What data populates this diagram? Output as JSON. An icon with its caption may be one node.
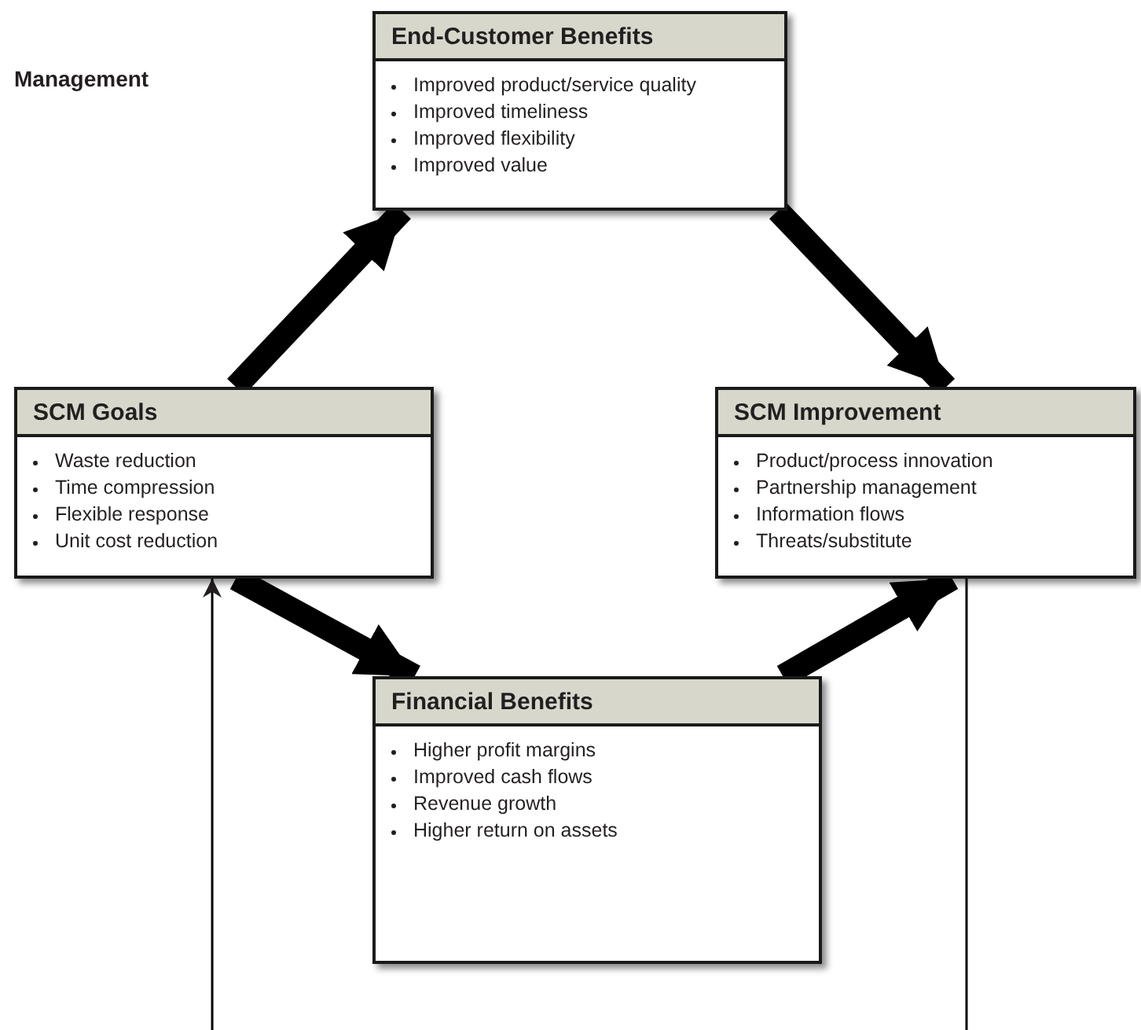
{
  "diagram": {
    "nodes": [
      {
        "text": [
          "End-Customer Benefits",
          "Improved product/service quality",
          "Improved timeliness",
          "Improved flexibility",
          "Improved value"
        ]
      },
      {
        "text": [
          "SCM Goals",
          "Waste reduction",
          "Time compression",
          "Flexible response",
          "Unit cost reduction"
        ]
      },
      {
        "text": [
          "SCM Improvement",
          "Product/process innovation",
          "Partnership management",
          "Information flows",
          "Threats/substitute"
        ]
      },
      {
        "text": [
          "Financial Benefits",
          "Higher profit margins",
          "Improved cash flows",
          "Revenue growth",
          "Higher return on assets"
        ]
      }
    ],
    "edges": [
      {
        "from": 1,
        "to": 0,
        "arrow": "to"
      },
      {
        "from": 0,
        "to": 2,
        "arrow": "to"
      },
      {
        "from": 1,
        "to": 3,
        "arrow": "to"
      },
      {
        "from": 3,
        "to": 2,
        "arrow": "to"
      },
      {
        "from": null,
        "to": 1,
        "arrow": "to"
      },
      {
        "from": 2,
        "to": null,
        "arrow": "none"
      }
    ],
    "labels": [
      "Management"
    ]
  }
}
